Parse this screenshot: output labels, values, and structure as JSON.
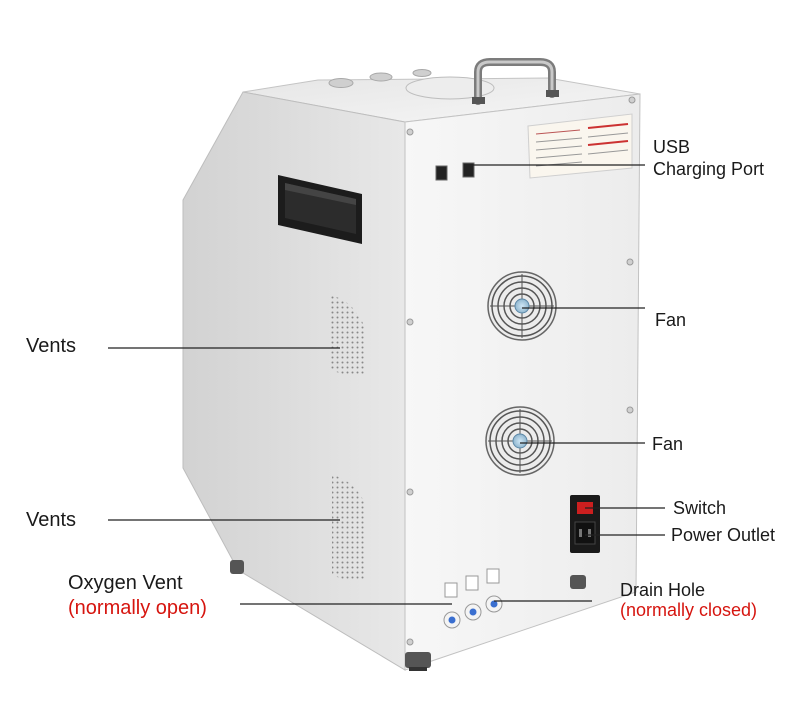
{
  "callouts": {
    "usb": {
      "line1": "USB",
      "line2": "Charging Port"
    },
    "fan_top": "Fan",
    "fan_bottom": "Fan",
    "vents_upper": "Vents",
    "vents_lower": "Vents",
    "switch": "Switch",
    "power_outlet": "Power Outlet",
    "oxygen_vent": {
      "title": "Oxygen Vent",
      "note": "(normally open)"
    },
    "drain_hole": {
      "title": "Drain Hole",
      "note": "(normally closed)"
    }
  },
  "colors": {
    "note_red": "#d6150f",
    "line": "#222222",
    "body_white": "#f1f1f1",
    "side_shade": "#dcdcdc",
    "switch_red": "#cc1f1f"
  }
}
